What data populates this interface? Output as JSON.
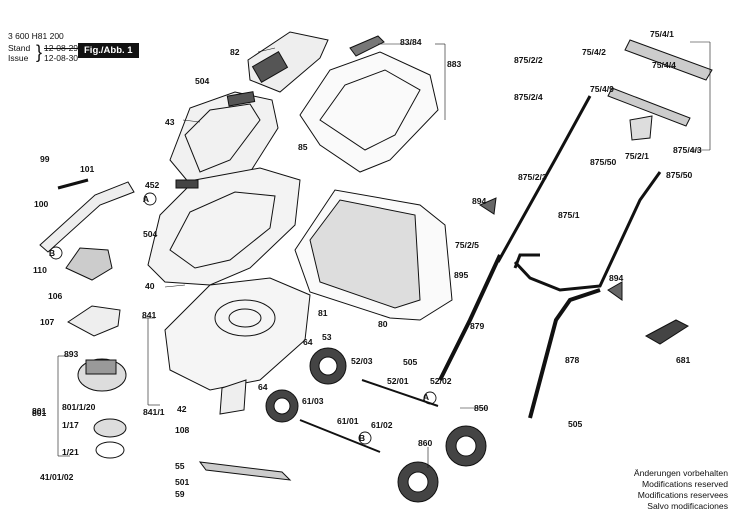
{
  "header": {
    "part_number": "3 600 H81 200",
    "stand_label": "Stand",
    "issue_label": "Issue",
    "stand_date": "12-08-29",
    "issue_date": "12-08-30",
    "figure_label": "Fig./Abb. 1"
  },
  "notes": [
    "Änderungen vorbehalten",
    "Modifications reserved",
    "Modifications reservees",
    "Salvo modificaciones"
  ],
  "callouts": [
    "82",
    "83/84",
    "883",
    "504",
    "43",
    "85",
    "99",
    "101",
    "100",
    "452",
    "A",
    "504",
    "B",
    "110",
    "40",
    "106",
    "107",
    "841",
    "81",
    "64",
    "893",
    "801",
    "801/1/20",
    "1/17",
    "1/21",
    "41/01/02",
    "42",
    "64",
    "61/03",
    "61/01",
    "61/02",
    "B",
    "53",
    "108",
    "55",
    "501",
    "59",
    "52/03",
    "52/01",
    "52/02",
    "A",
    "505",
    "850",
    "860",
    "894",
    "75/2/5",
    "895",
    "879",
    "875/2/2",
    "75/4/1",
    "75/4/2",
    "75/4/4",
    "875/2/4",
    "75/4/9",
    "875/50",
    "75/2/1",
    "875/4/3",
    "875/2/3",
    "875/50",
    "875/1",
    "894",
    "681",
    "878",
    "505",
    "80",
    "841/1",
    "801"
  ]
}
